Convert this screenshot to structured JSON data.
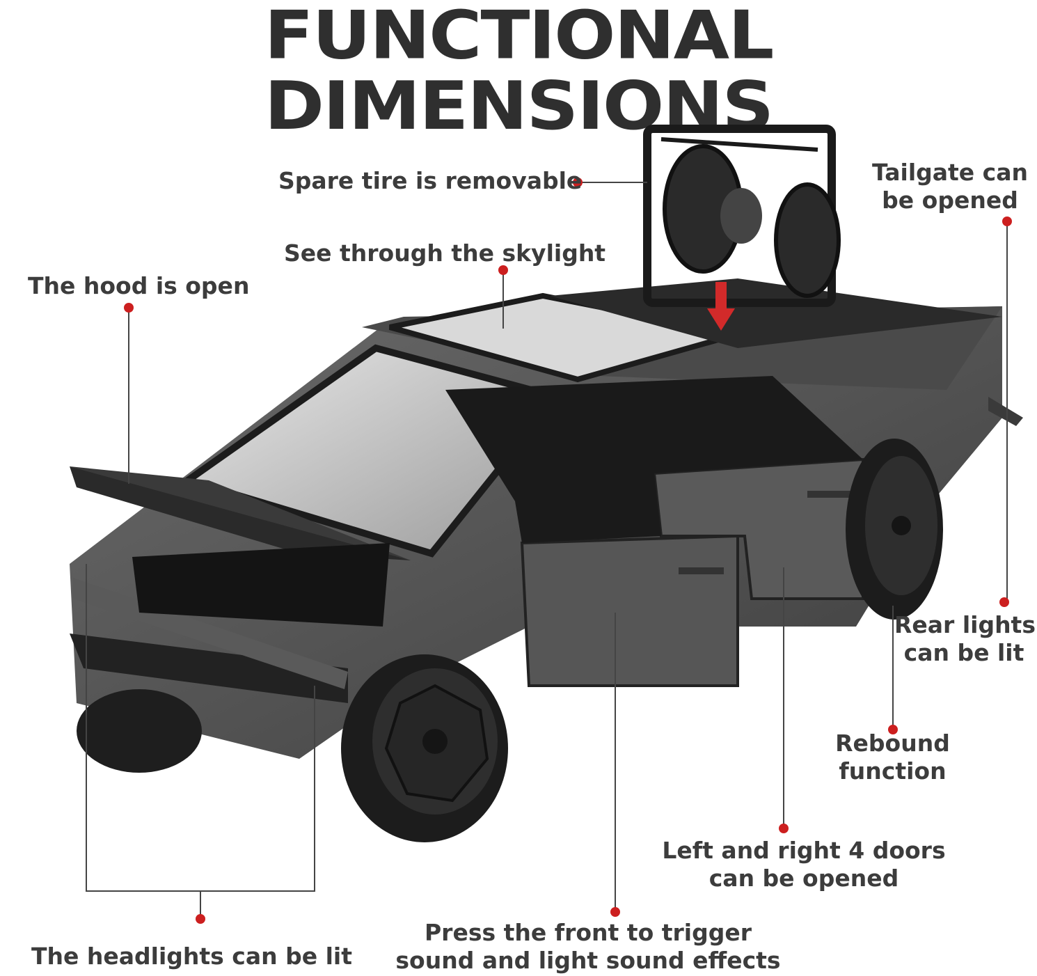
{
  "header": {
    "title": "FUNCTIONAL DIMENSIONS"
  },
  "colors": {
    "accent_dot": "#cc1f1f",
    "leader_line": "#444444",
    "text": "#3c3c3c",
    "vehicle_body": "#555555",
    "arrow": "#d22a2a"
  },
  "callouts": {
    "spare_tire": "Spare tire is removable",
    "tailgate": [
      "Tailgate can",
      "be opened"
    ],
    "skylight": "See through the skylight",
    "hood": "The hood is open",
    "rear_lights": [
      "Rear lights",
      "can be lit"
    ],
    "rebound": [
      "Rebound",
      "function"
    ],
    "doors": [
      "Left and right 4 doors",
      "can be opened"
    ],
    "front_trigger": [
      "Press the front to trigger",
      "sound and light sound effects"
    ],
    "headlights": "The headlights can be lit"
  },
  "illustration": {
    "subject": "toy-pickup-truck",
    "arrow_icon": "down-arrow-icon"
  }
}
